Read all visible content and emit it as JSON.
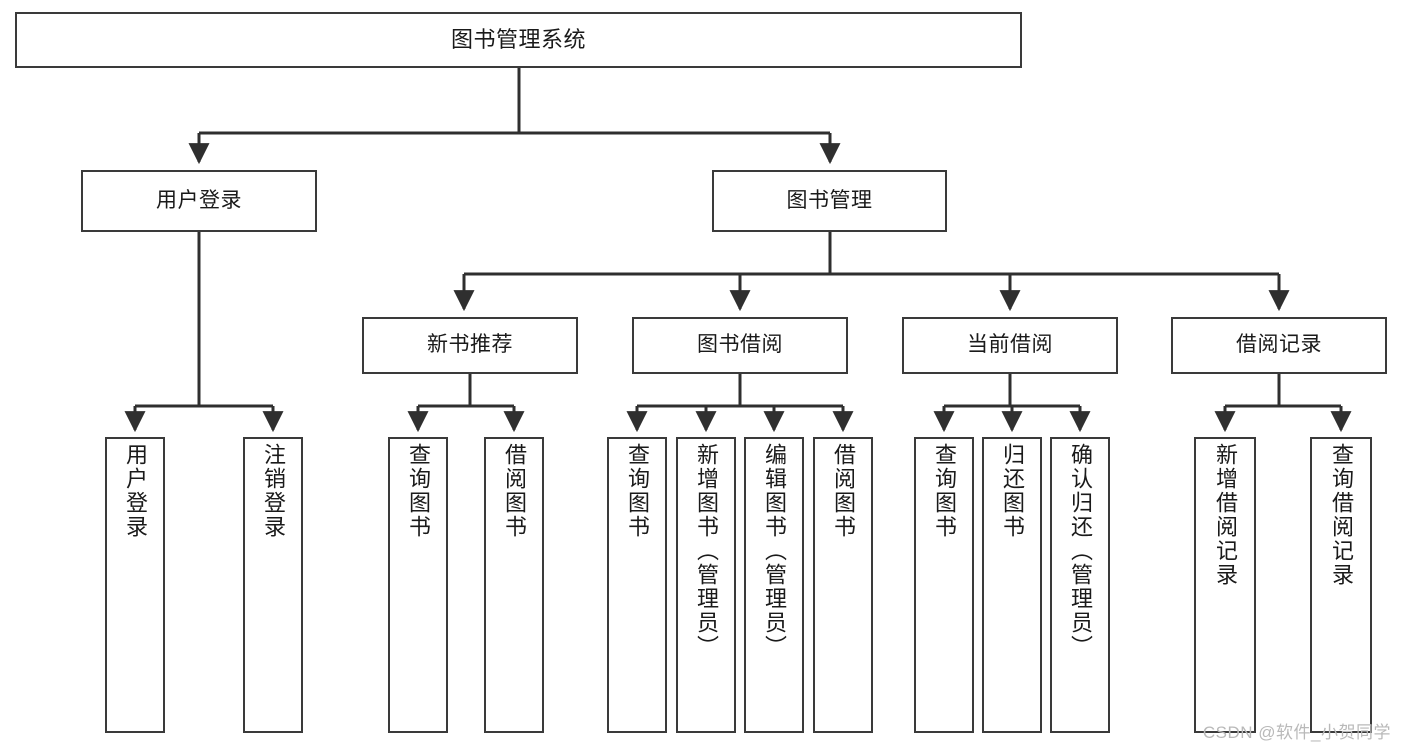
{
  "diagram": {
    "title": "图书管理系统",
    "type": "tree-hierarchy-chart",
    "orientation": "top-down",
    "colors": {
      "node_border": "#3a3a3a",
      "node_fill": "#ffffff",
      "edge": "#2f2f2f",
      "text": "#1a1a1a",
      "watermark": "#b9b9b9",
      "background": "#ffffff"
    },
    "watermark": "CSDN @软件_小贺同学"
  },
  "nodes": {
    "root": {
      "label": "图书管理系统"
    },
    "level2": [
      {
        "id": "user-login",
        "label": "用户登录"
      },
      {
        "id": "book-manage",
        "label": "图书管理"
      }
    ],
    "level3": [
      {
        "id": "new-book-recommend",
        "label": "新书推荐"
      },
      {
        "id": "book-borrow",
        "label": "图书借阅"
      },
      {
        "id": "current-borrow",
        "label": "当前借阅"
      },
      {
        "id": "borrow-record",
        "label": "借阅记录"
      }
    ],
    "leaves": {
      "user-login": [
        {
          "id": "leaf-user-login",
          "label": "用户登录"
        },
        {
          "id": "leaf-user-logout",
          "label": "注销登录"
        }
      ],
      "new-book-recommend": [
        {
          "id": "leaf-query-book-1",
          "label": "查询图书"
        },
        {
          "id": "leaf-borrow-book-1",
          "label": "借阅图书"
        }
      ],
      "book-borrow": [
        {
          "id": "leaf-query-book-2",
          "label": "查询图书"
        },
        {
          "id": "leaf-add-book",
          "label": "新增图书（管理员）"
        },
        {
          "id": "leaf-edit-book",
          "label": "编辑图书（管理员）"
        },
        {
          "id": "leaf-borrow-book-2",
          "label": "借阅图书"
        }
      ],
      "current-borrow": [
        {
          "id": "leaf-query-book-3",
          "label": "查询图书"
        },
        {
          "id": "leaf-return-book",
          "label": "归还图书"
        },
        {
          "id": "leaf-confirm-return",
          "label": "确认归还（管理员）"
        }
      ],
      "borrow-record": [
        {
          "id": "leaf-add-record",
          "label": "新增借阅记录"
        },
        {
          "id": "leaf-query-record",
          "label": "查询借阅记录"
        }
      ]
    }
  }
}
